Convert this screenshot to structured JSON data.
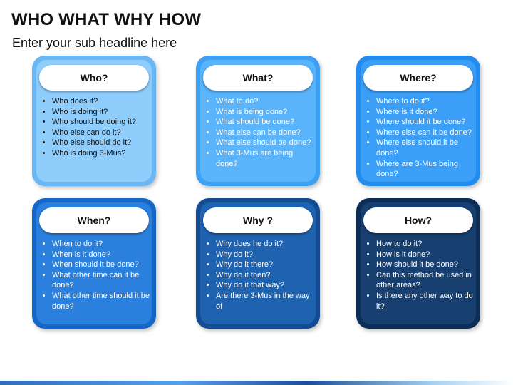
{
  "title": "WHO WHAT WHY HOW",
  "subtitle": "Enter your sub headline here",
  "cards": [
    {
      "heading": "Who?",
      "items": [
        "Who does it?",
        "Who is doing it?",
        "Who should be doing it?",
        "Who else can do it?",
        "Who else should do it?",
        "Who is doing 3-Mus?"
      ],
      "fill": "#8fcdfd",
      "text_color": "#111111"
    },
    {
      "heading": "What?",
      "items": [
        "What to do?",
        "What is being done?",
        "What should be done?",
        "What else can be done?",
        "What else should be done?",
        "What 3-Mus are being done?"
      ],
      "fill": "#5ab4fb",
      "text_color": "#ffffff"
    },
    {
      "heading": "Where?",
      "items": [
        "Where to do it?",
        "Where is it done?",
        "Where should it be done?",
        "Where else can it be done?",
        "Where else should it be done?",
        "Where are 3-Mus being done?"
      ],
      "fill": "#3b9ef7",
      "text_color": "#ffffff"
    },
    {
      "heading": "When?",
      "items": [
        "When to do it?",
        "When is it done?",
        "When should it be done?",
        "What other time can it be done?",
        "What other time should it be done?"
      ],
      "fill": "#2a80dc",
      "text_color": "#ffffff"
    },
    {
      "heading": "Why ?",
      "items": [
        "Why does he do it?",
        "Why do it?",
        "Why do it there?",
        "Why do it then?",
        "Why do it that way?",
        "Are there 3-Mus in the way of"
      ],
      "fill": "#1f62b0",
      "text_color": "#ffffff"
    },
    {
      "heading": "How?",
      "items": [
        "How to do it?",
        "How is it done?",
        "How should it be done?",
        "Can this method be used in other areas?",
        "Is there any other way to do it?"
      ],
      "fill": "#173f70",
      "text_color": "#ffffff"
    }
  ]
}
